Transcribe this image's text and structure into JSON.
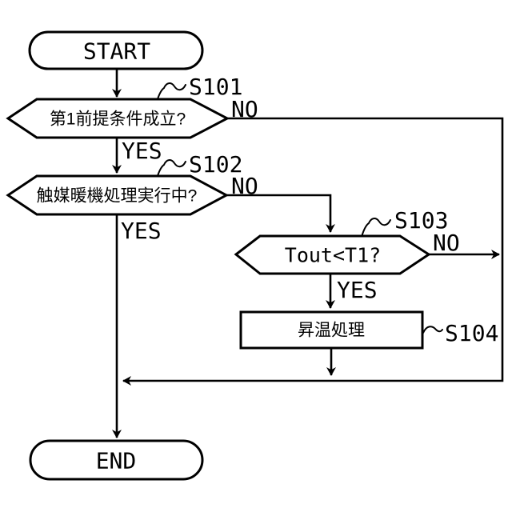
{
  "colors": {
    "stroke": "#000000",
    "shape_fill": "#ffffff",
    "background": "#ffffff"
  },
  "flowchart": {
    "start": {
      "label": "START"
    },
    "end": {
      "label": "END"
    },
    "steps": {
      "s101": {
        "id": "S101",
        "question": "第1前提条件成立?",
        "yes": "YES",
        "no": "NO"
      },
      "s102": {
        "id": "S102",
        "question": "触媒暖機処理実行中?",
        "yes": "YES",
        "no": "NO"
      },
      "s103": {
        "id": "S103",
        "question": "Tout<T1?",
        "yes": "YES",
        "no": "NO"
      },
      "s104": {
        "id": "S104",
        "action": "昇温処理"
      }
    }
  }
}
